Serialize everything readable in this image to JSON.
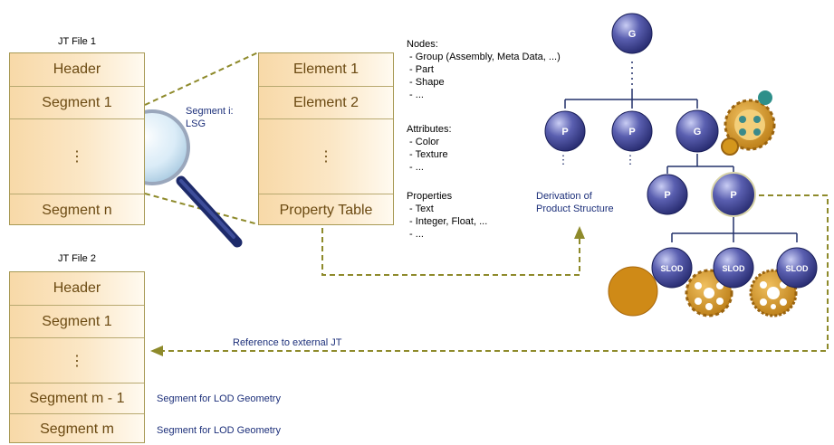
{
  "file1": {
    "title": "JT File 1",
    "cells": [
      "Header",
      "Segment 1",
      "⋮",
      "Segment n"
    ]
  },
  "segment": {
    "label": "Segment i:\nLSG",
    "cells": [
      "Element 1",
      "Element 2",
      "⋮",
      "Property Table"
    ]
  },
  "file2": {
    "title": "JT File 2",
    "cells": [
      "Header",
      "Segment 1",
      "⋮",
      "Segment m - 1",
      "Segment m"
    ]
  },
  "lists": {
    "nodes": "Nodes:\n - Group (Assembly, Meta Data, ...)\n - Part\n - Shape\n - ...",
    "attributes": "Attributes:\n - Color\n - Texture\n - ...",
    "properties": "Properties\n - Text\n - Integer, Float, ...\n - ..."
  },
  "annotations": {
    "derivation": "Derivation of\nProduct Structure",
    "reference": "Reference to external JT",
    "lod1": "Segment for LOD Geometry",
    "lod2": "Segment for LOD Geometry"
  },
  "tree": {
    "root": "G",
    "level1": [
      "P",
      "P",
      "G"
    ],
    "level2": [
      "P",
      "P"
    ],
    "level3": [
      "SLOD",
      "SLOD",
      "SLOD"
    ],
    "dots": "⋮"
  },
  "colors": {
    "box_fill": "#f8d9a8",
    "box_text": "#6b4a12",
    "connector": "#8e8a2b",
    "node": "#4a4f98",
    "gear": "#d4961c",
    "note_text": "#1c2f7a"
  }
}
